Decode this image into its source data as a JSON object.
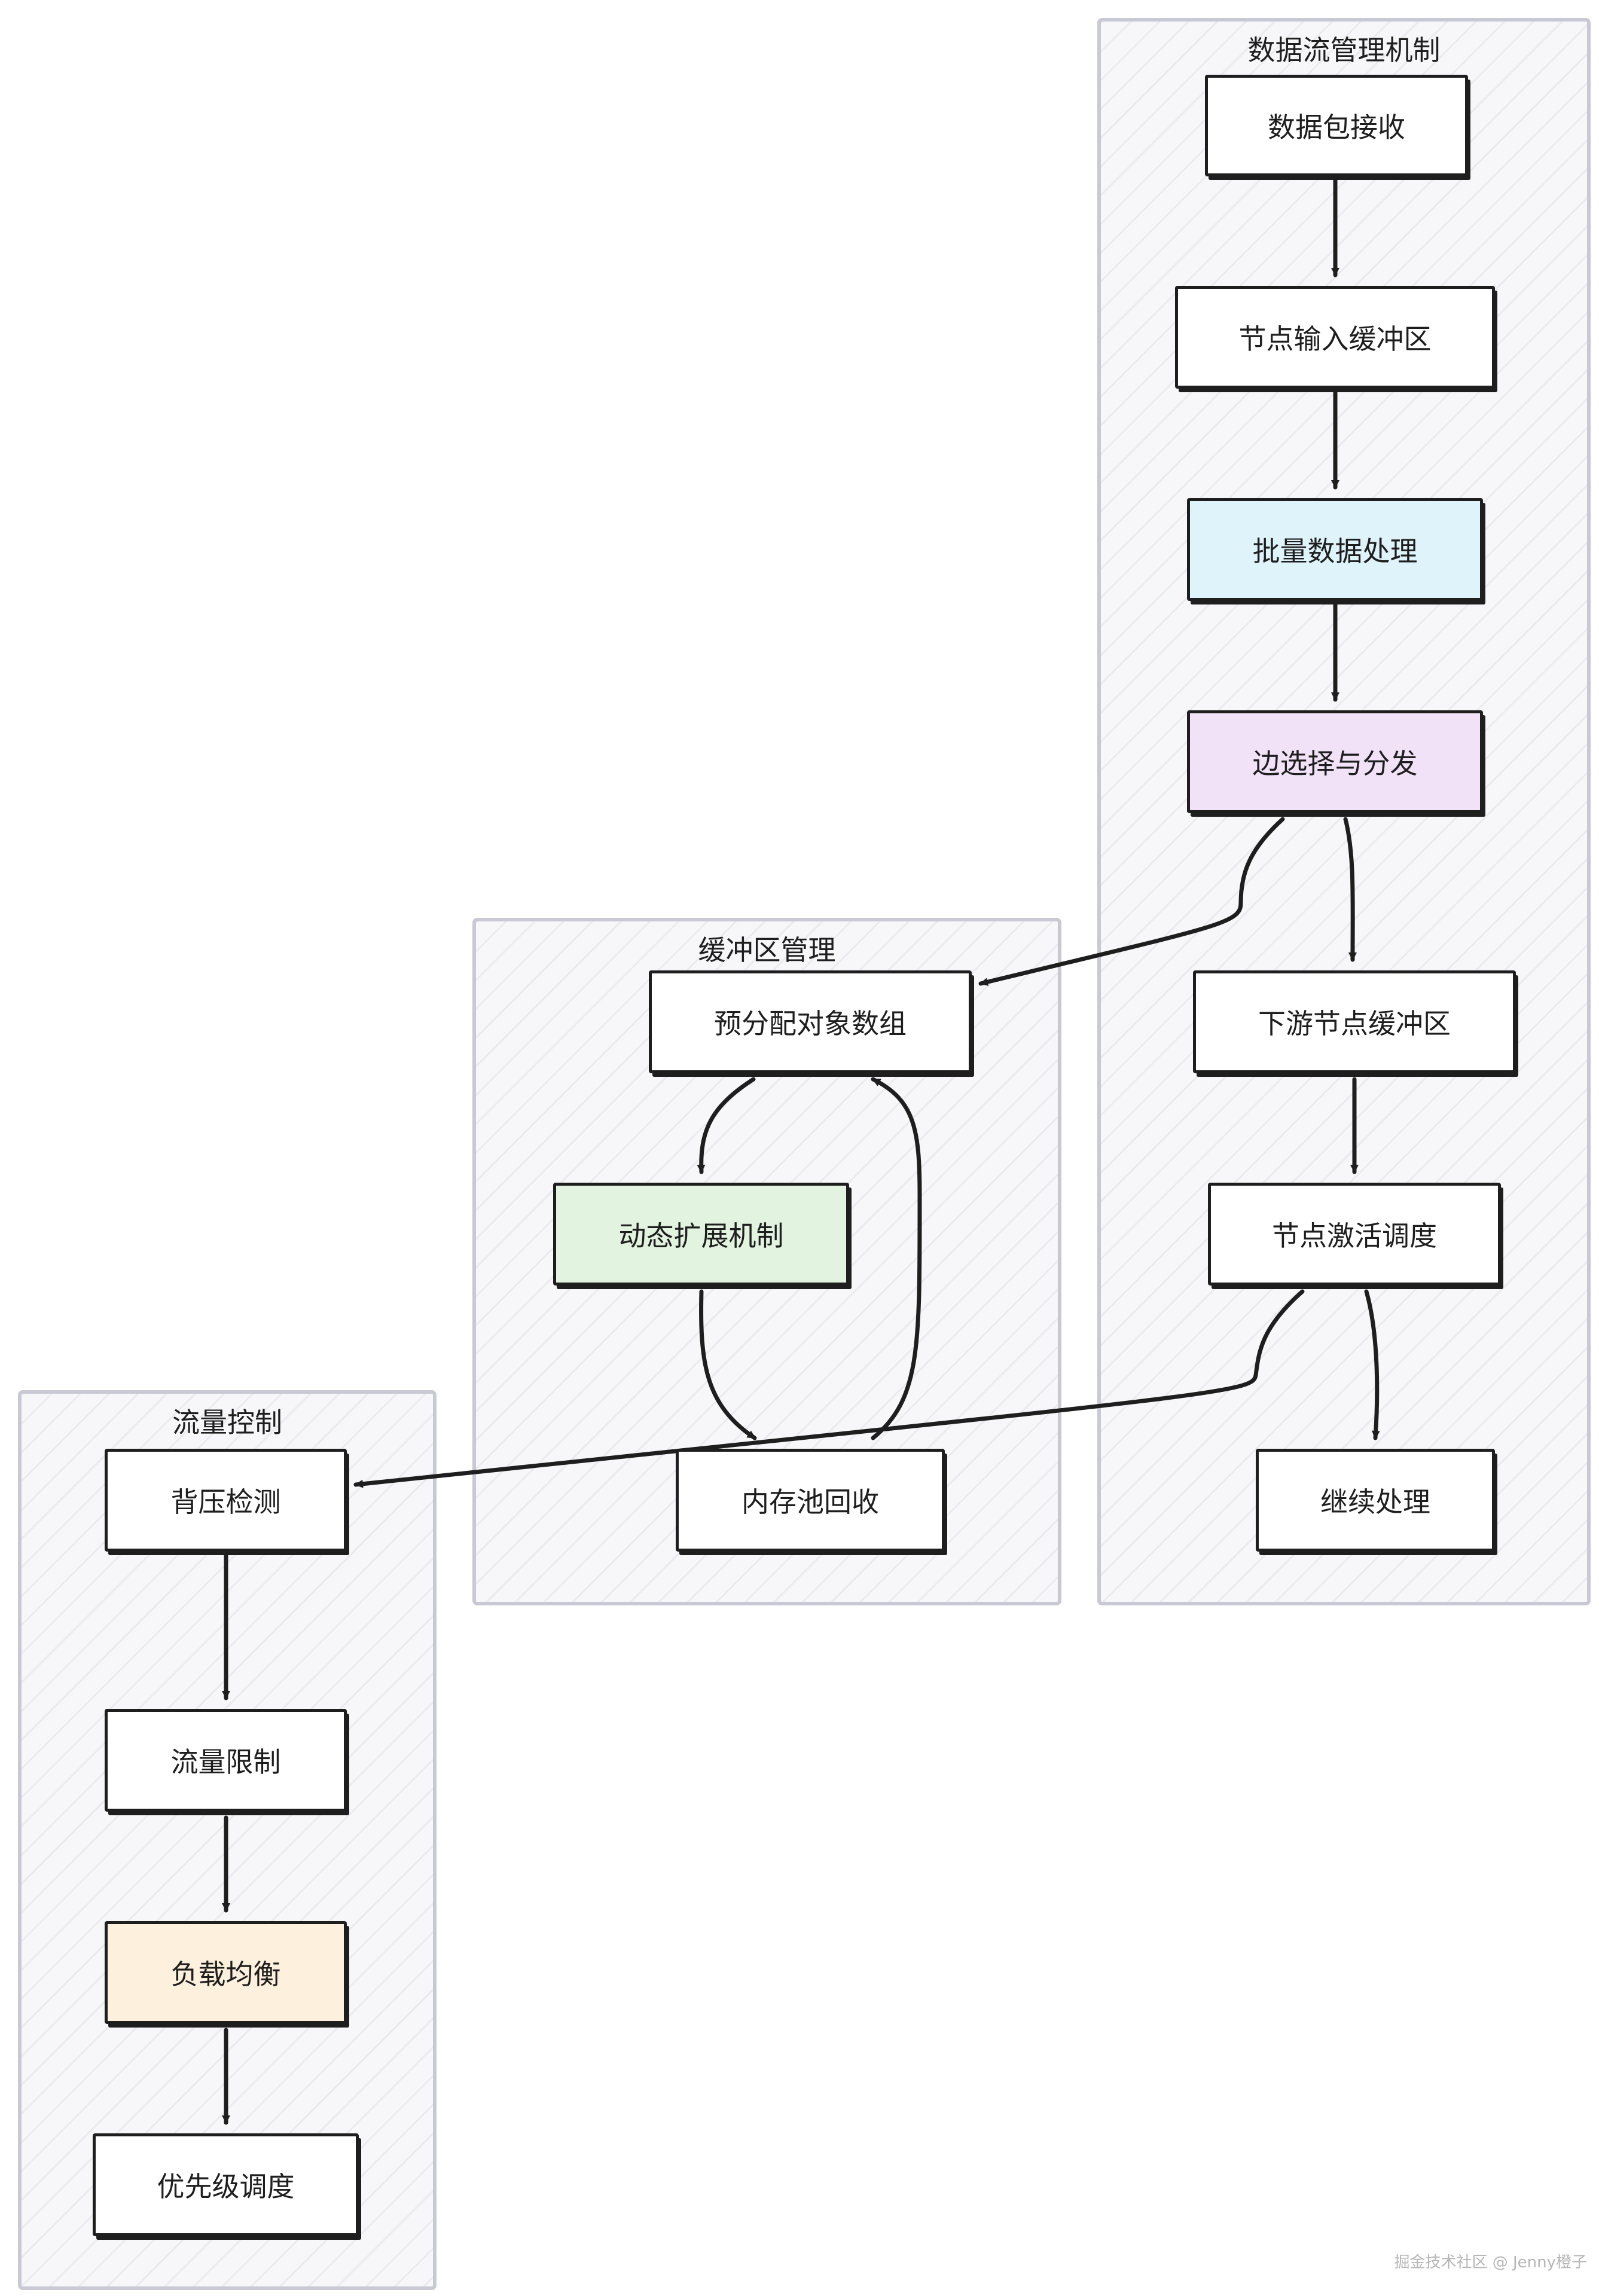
{
  "groups": {
    "dataflow": {
      "title": "数据流管理机制"
    },
    "buffer": {
      "title": "缓冲区管理"
    },
    "flow": {
      "title": "流量控制"
    }
  },
  "nodes": {
    "recv": "数据包接收",
    "input_buf": "节点输入缓冲区",
    "batch": "批量数据处理",
    "edge_select": "边选择与分发",
    "down_buf": "下游节点缓冲区",
    "activate": "节点激活调度",
    "continue": "继续处理",
    "prealloc": "预分配对象数组",
    "dynamic": "动态扩展机制",
    "mempool": "内存池回收",
    "backpressure": "背压检测",
    "limit": "流量限制",
    "balance": "负载均衡",
    "priority": "优先级调度"
  },
  "colors": {
    "batch": "#dff3fb",
    "edge_select": "#f1e2f7",
    "dynamic": "#e2f3df",
    "balance": "#fdf0dc",
    "stroke": "#1e1e1e"
  },
  "watermark": "掘金技术社区 @ Jenny橙子"
}
